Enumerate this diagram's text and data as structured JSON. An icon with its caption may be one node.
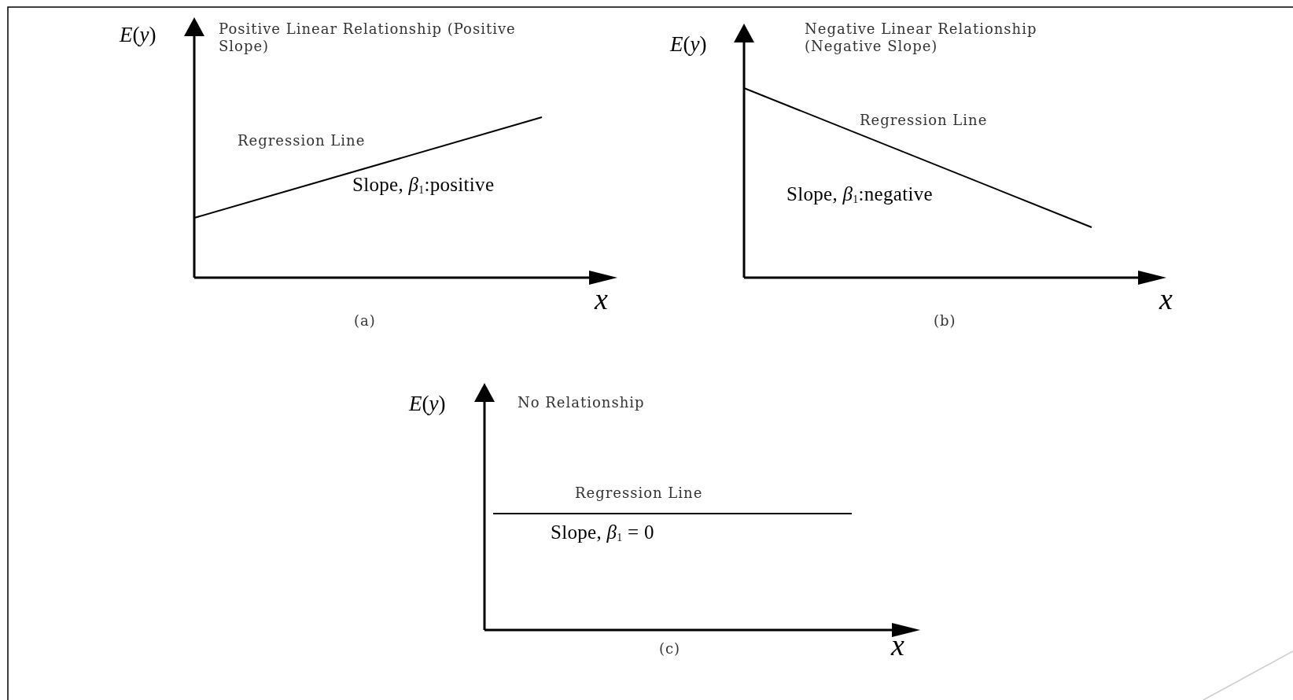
{
  "diagram": {
    "labels": [
      "*E*(*y*)",
      "Positive Linear Relationship (Positive Slope)",
      "Regression Line",
      "Slope, *β*$_{1}$:positive",
      "*x*",
      "(a)",
      "*E*(*y*)",
      "Negative Linear Relationship (Negative Slope)",
      "Regression Line",
      "Slope, *β*$_{1}$:negative",
      "*x*",
      "(b)",
      "*E*(*y*)",
      "No Relationship",
      "Regression Line",
      "Slope, *β*$_{1}$ = 0",
      "*x*",
      "(c)"
    ]
  }
}
